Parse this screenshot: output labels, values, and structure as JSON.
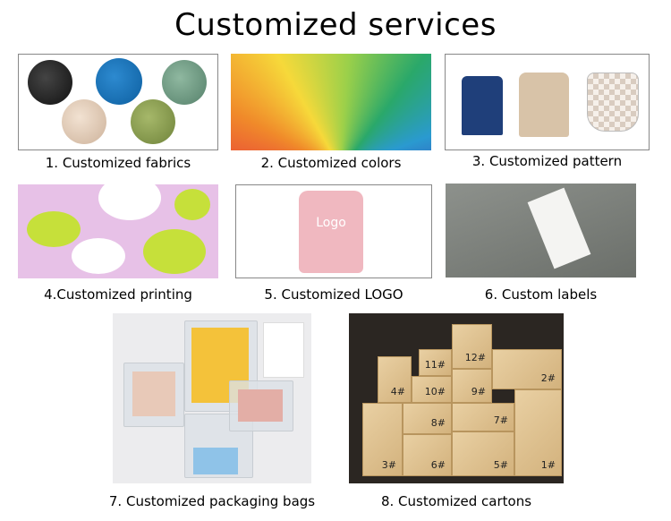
{
  "title": "Customized services",
  "items": [
    {
      "caption": "1. Customized fabrics"
    },
    {
      "caption": "2. Customized colors"
    },
    {
      "caption": "3. Customized pattern"
    },
    {
      "caption": "4.Customized printing"
    },
    {
      "caption": "5. Customized LOGO",
      "logo_text": "Logo"
    },
    {
      "caption": "6. Custom labels"
    },
    {
      "caption": "7. Customized packaging bags"
    },
    {
      "caption": "8. Customized cartons",
      "cartons": [
        "1#",
        "2#",
        "3#",
        "4#",
        "5#",
        "6#",
        "7#",
        "8#",
        "9#",
        "10#",
        "11#",
        "12#"
      ]
    }
  ]
}
